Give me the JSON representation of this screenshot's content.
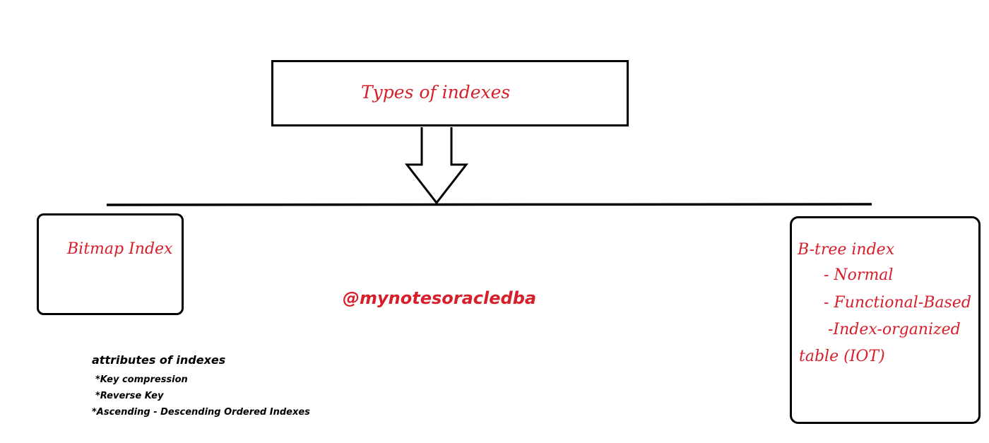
{
  "title": "Types of indexes",
  "left_node": {
    "label": "Bitmap Index"
  },
  "right_node": {
    "lines": [
      "B-tree index",
      "- Normal",
      "- Functional-Based",
      "-Index-organized",
      "table (IOT)"
    ]
  },
  "watermark": "@mynotesoracledba",
  "attributes": {
    "heading": "attributes of indexes",
    "items": [
      "*Key compression",
      "*Reverse Key",
      "*Ascending - Descending Ordered Indexes"
    ]
  },
  "colors": {
    "text_accent": "#d61f2b",
    "stroke": "#000000"
  }
}
